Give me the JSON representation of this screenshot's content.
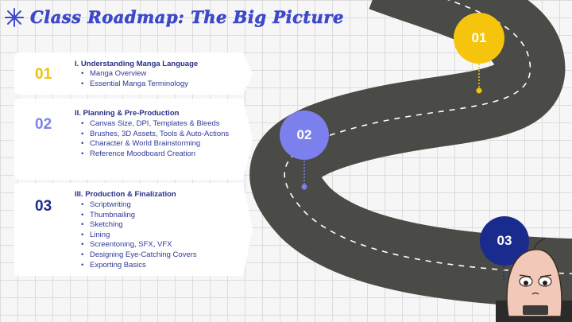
{
  "page": {
    "title": "Class Roadmap: The Big Picture"
  },
  "sections": [
    {
      "number": "01",
      "number_color": "#f2c200",
      "title": "I. Understanding Manga Language",
      "items": [
        "Manga Overview",
        "Essential Manga Terminology"
      ]
    },
    {
      "number": "02",
      "number_color": "#7c83ea",
      "title": "II. Planning & Pre-Production",
      "items": [
        "Canvas Size, DPI, Templates & Bleeds",
        "Brushes, 3D Assets, Tools & Auto-Actions",
        "Character & World Brainstorming",
        "Reference Moodboard Creation"
      ]
    },
    {
      "number": "03",
      "number_color": "#1d2d8c",
      "title": "III. Production & Finalization",
      "items": [
        "Scriptwriting",
        "Thumbnailing",
        "Sketching",
        "Lining",
        "Screentoning, SFX, VFX",
        "Designing Eye-Catching Covers",
        "Exporting Basics"
      ]
    }
  ],
  "road_markers": [
    {
      "label": "01",
      "color": "#f5c50d"
    },
    {
      "label": "02",
      "color": "#7b80ec"
    },
    {
      "label": "03",
      "color": "#1a2b8e"
    }
  ],
  "colors": {
    "road": "#4a4a47",
    "title": "#3d49c9",
    "text": "#2f3a9a"
  },
  "icons": [
    "sparkle-icon",
    "mascot-illustration"
  ]
}
